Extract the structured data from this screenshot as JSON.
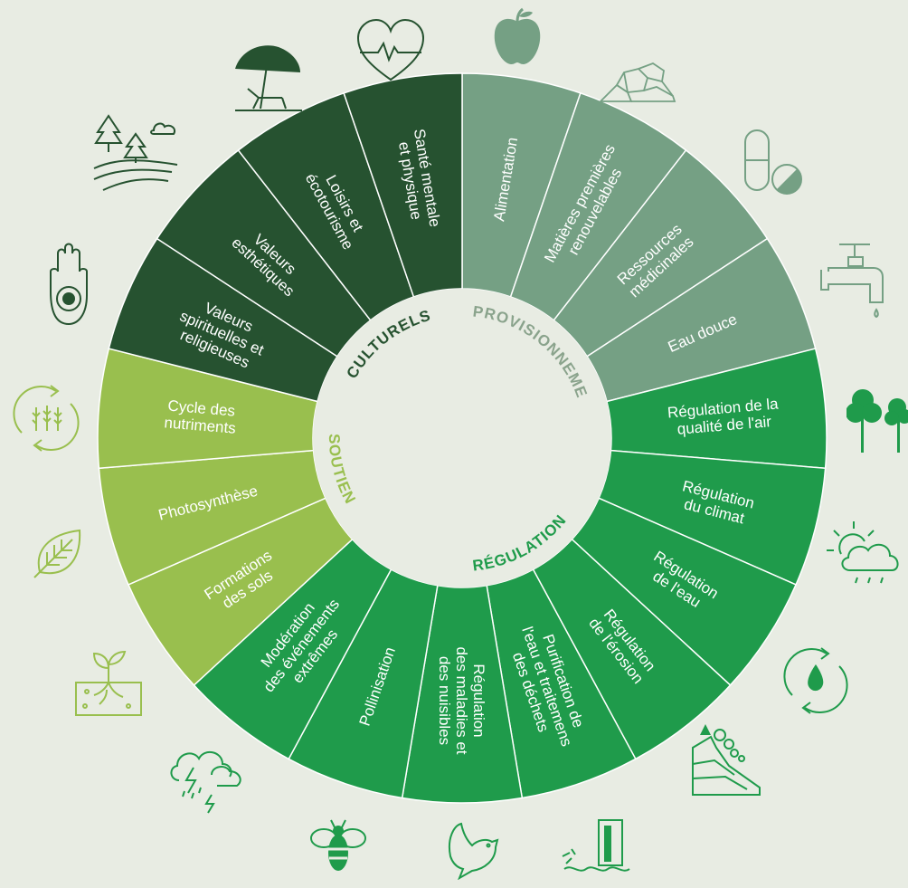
{
  "categories": [
    {
      "key": "approv",
      "label": "APPROVISIONNEMENT",
      "color": "#8aa38c",
      "text_color": "#8aa38c"
    },
    {
      "key": "regul",
      "label": "RÉGULATION",
      "color": "#1f9b4b",
      "text_color": "#1f9b4b"
    },
    {
      "key": "soutien",
      "label": "SOUTIEN",
      "color": "#99bf4e",
      "text_color": "#99bf4e"
    },
    {
      "key": "cult",
      "label": "CULTURELS",
      "color": "#265230",
      "text_color": "#265230"
    }
  ],
  "segments": [
    {
      "cat": "approv",
      "color": "#75a084",
      "lines": [
        "Alimentation"
      ],
      "icon": "apple-icon"
    },
    {
      "cat": "approv",
      "color": "#75a084",
      "lines": [
        "Matières premières",
        "renouvelables"
      ],
      "icon": "rocks-icon"
    },
    {
      "cat": "approv",
      "color": "#75a084",
      "lines": [
        "Ressources",
        "médicinales"
      ],
      "icon": "pills-icon"
    },
    {
      "cat": "approv",
      "color": "#75a084",
      "lines": [
        "Eau douce"
      ],
      "icon": "water-tap-icon"
    },
    {
      "cat": "regul",
      "color": "#1f9b4b",
      "lines": [
        "Régulation de la",
        "qualité de l'air"
      ],
      "icon": "trees-icon"
    },
    {
      "cat": "regul",
      "color": "#1f9b4b",
      "lines": [
        "Régulation",
        "du climat"
      ],
      "icon": "sun-cloud-rain-icon"
    },
    {
      "cat": "regul",
      "color": "#1f9b4b",
      "lines": [
        "Régulation",
        "de l'eau"
      ],
      "icon": "water-cycle-icon"
    },
    {
      "cat": "regul",
      "color": "#1f9b4b",
      "lines": [
        "Régulation",
        "de l'érosion"
      ],
      "icon": "erosion-icon"
    },
    {
      "cat": "regul",
      "color": "#1f9b4b",
      "lines": [
        "Purification de",
        "l'eau et traitemens",
        "des déchets"
      ],
      "icon": "water-treatment-icon"
    },
    {
      "cat": "regul",
      "color": "#1f9b4b",
      "lines": [
        "Régulation",
        "des maladies et",
        "des nuisibles"
      ],
      "icon": "bird-icon"
    },
    {
      "cat": "regul",
      "color": "#1f9b4b",
      "lines": [
        "Pollinisation"
      ],
      "icon": "bee-icon"
    },
    {
      "cat": "regul",
      "color": "#1f9b4b",
      "lines": [
        "Modération",
        "des événements",
        "extrêmes"
      ],
      "icon": "storm-icon"
    },
    {
      "cat": "soutien",
      "color": "#99bf4e",
      "lines": [
        "Formations",
        "des sols"
      ],
      "icon": "sprout-icon"
    },
    {
      "cat": "soutien",
      "color": "#99bf4e",
      "lines": [
        "Photosynthèse"
      ],
      "icon": "leaf-icon"
    },
    {
      "cat": "soutien",
      "color": "#99bf4e",
      "lines": [
        "Cycle des",
        "nutriments"
      ],
      "icon": "wheat-cycle-icon"
    },
    {
      "cat": "cult",
      "color": "#265230",
      "lines": [
        "Valeurs",
        "spirituelles et",
        "religieuses"
      ],
      "icon": "hand-icon"
    },
    {
      "cat": "cult",
      "color": "#265230",
      "lines": [
        "Valeurs",
        "esthétiques"
      ],
      "icon": "landscape-icon"
    },
    {
      "cat": "cult",
      "color": "#265230",
      "lines": [
        "Loisirs et",
        "écotourisme"
      ],
      "icon": "beach-umbrella-icon"
    },
    {
      "cat": "cult",
      "color": "#265230",
      "lines": [
        "Santé mentale",
        "et physique"
      ],
      "icon": "heart-pulse-icon"
    }
  ]
}
